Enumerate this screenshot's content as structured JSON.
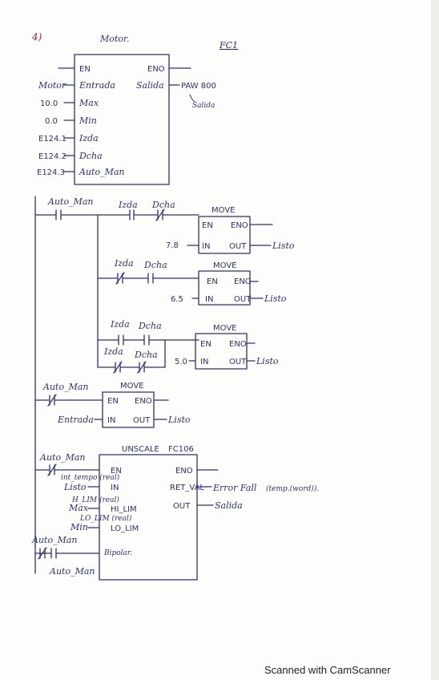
{
  "exercise_number": "4)",
  "title": "Motor.",
  "block_tag": "FC1",
  "fc_block": {
    "inputs": [
      {
        "wire": "",
        "pin": "EN"
      },
      {
        "wire": "Motor",
        "pin": "Entrada"
      },
      {
        "wire": "10.0",
        "pin": "Max"
      },
      {
        "wire": "0.0",
        "pin": "Min"
      },
      {
        "wire": "E124.1",
        "pin": "Izda"
      },
      {
        "wire": "E124.2",
        "pin": "Dcha"
      },
      {
        "wire": "E124.3",
        "pin": "Auto_Man"
      }
    ],
    "outputs": [
      {
        "pin": "ENO",
        "wire": ""
      },
      {
        "pin": "Salida",
        "wire": "PAW 800"
      }
    ],
    "note": "Salida"
  },
  "rung1": {
    "contact_main": "Auto_Man",
    "c1": "Izda",
    "c2": "Dcha",
    "move": {
      "title": "MOVE",
      "en": "EN",
      "eno": "ENO",
      "in": "IN",
      "out": "OUT"
    },
    "in_value": "7.8",
    "out_value": "Listo"
  },
  "rung2": {
    "c1": "Izda",
    "c2": "Dcha",
    "move": {
      "title": "MOVE",
      "en": "EN",
      "eno": "ENO",
      "in": "IN",
      "out": "OUT"
    },
    "in_value": "6.5",
    "out_value": "Listo"
  },
  "rung3": {
    "c1": "Izda",
    "c2": "Dcha",
    "c3": "Izda",
    "c4": "Dcha",
    "move": {
      "title": "MOVE",
      "en": "EN",
      "eno": "ENO",
      "in": "IN",
      "out": "OUT"
    },
    "in_value": "5.0",
    "out_value": "Listo"
  },
  "rung4": {
    "contact": "Auto_Man",
    "move": {
      "title": "MOVE",
      "en": "EN",
      "eno": "ENO",
      "in": "IN",
      "out": "OUT"
    },
    "in_value": "Entrada",
    "out_value": "Listo"
  },
  "rung5": {
    "contact": "Auto_Man",
    "block_title": "UNSCALE",
    "block_id": "FC106",
    "pins_left": [
      "EN",
      "IN",
      "HI_LIM",
      "LO_LIM",
      "Bipolar."
    ],
    "pins_right": [
      "ENO",
      "RET_VAL",
      "OUT"
    ],
    "wire_in": "Listo",
    "wire_hi": "Max",
    "wire_lo": "Min",
    "note_in": "int_tempo (real)",
    "note_hi": "H_LIM (real)",
    "note_lo": "LO_LIM (real)",
    "ret_val": "Error Fall",
    "ret_note": "(temp.(word)).",
    "out_wire": "Salida",
    "contact2_top": "Auto_Man",
    "contact2_bottom": "Auto_Man"
  },
  "watermark": "Scanned with CamScanner"
}
